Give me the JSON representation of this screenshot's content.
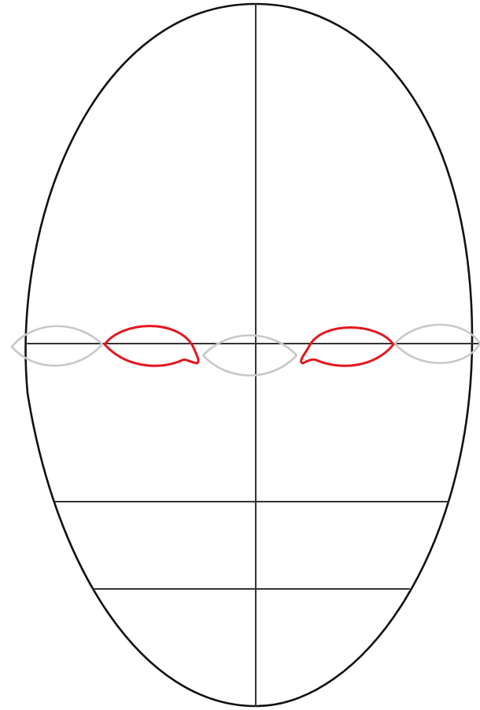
{
  "colors": {
    "background": "#ffffff",
    "head_outline": "#111111",
    "guide_lines": "#333333",
    "eye_placeholder": "#c8c8c8",
    "eye_highlight": "#e3161e"
  },
  "figure": {
    "subject": "head-proportion-guide",
    "eye_row": {
      "eye_widths_across_head": 5,
      "highlighted_eyes": 2,
      "placeholder_ovals": 3
    },
    "horizontal_guides": 3
  }
}
